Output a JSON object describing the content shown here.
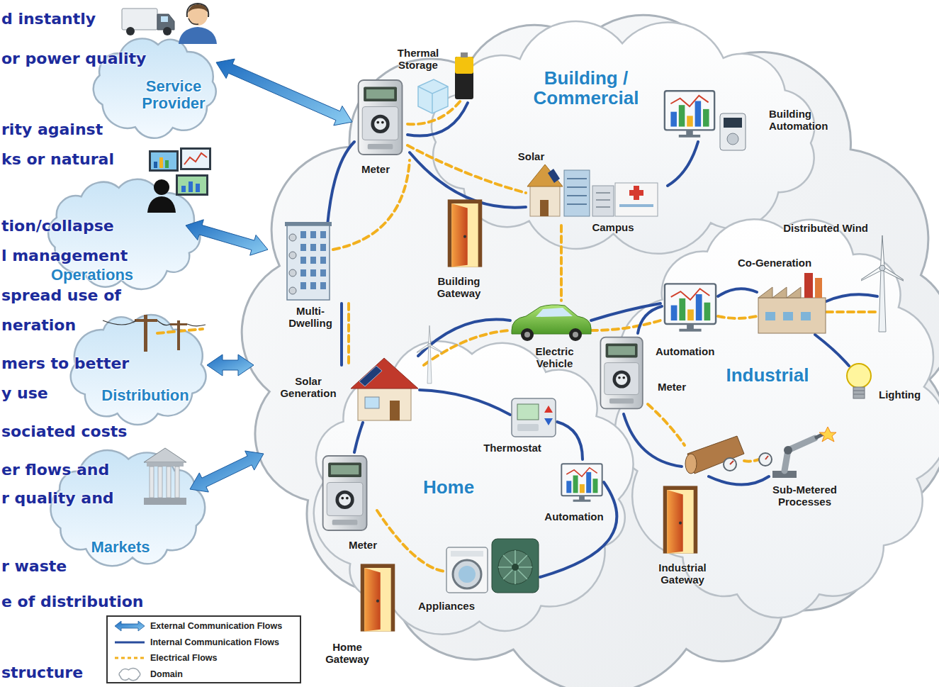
{
  "diagram": {
    "nodes": [
      {
        "text": [
          "Service Provider"
        ]
      },
      {
        "text": [
          "Operations"
        ]
      },
      {
        "text": [
          "Distribution"
        ]
      },
      {
        "text": [
          "Markets"
        ]
      },
      {
        "text": [
          "Building / Commercial"
        ]
      },
      {
        "text": [
          "Industrial"
        ]
      },
      {
        "text": [
          "Home"
        ]
      }
    ],
    "labels": [
      "d instantly",
      "or power quality",
      "rity against",
      "ks or natural",
      "tion/collapse",
      "l management",
      "spread use of",
      "neration",
      "mers to better",
      "y use",
      "sociated costs",
      "er flows and",
      "r quality and",
      "r waste",
      "e of distribution",
      "structure",
      "Thermal Storage",
      "Meter",
      "Solar",
      "Campus",
      "Building Automation",
      "Distributed Wind",
      "Co-Generation",
      "Multi-Dwelling",
      "Building Gateway",
      "Electric Vehicle",
      "Automation",
      "Meter",
      "Lighting",
      "Solar Generation",
      "Thermostat",
      "Automation",
      "Sub-Metered Processes",
      "Meter",
      "Industrial Gateway",
      "Appliances",
      "Home Gateway"
    ],
    "legend": [
      {
        "text": "External Communication Flows"
      },
      {
        "text": "Internal Communication Flows"
      },
      {
        "text": "Electrical Flows"
      },
      {
        "text": "Domain"
      }
    ]
  }
}
